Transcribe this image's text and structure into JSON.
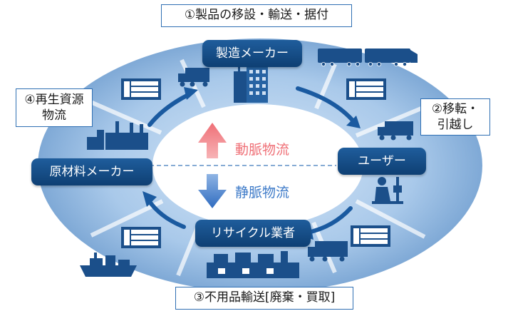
{
  "nodes": {
    "manufacturer": "製造メーカー",
    "user": "ユーザー",
    "recycler": "リサイクル業者",
    "material_maker": "原材料メーカー"
  },
  "callouts": {
    "step1": "①製品の移設・輸送・据付",
    "step2_line1": "②移転・",
    "step2_line2": "引越し",
    "step3": "③不用品輸送[廃棄・買取]",
    "step4_line1": "④再生資源",
    "step4_line2": "物流"
  },
  "flows": {
    "arterial": "動脈物流",
    "venous": "静脈物流"
  },
  "colors": {
    "ring_outer": "#8fb8e0",
    "ring_inner": "#b7d3ee",
    "node": "#164e8a",
    "arrow_dark": "#1a5aa0",
    "arterial": "#f47f84",
    "venous": "#3d7ac8",
    "icon": "#1b4f8a"
  },
  "icons": [
    "truck-icon",
    "train-icon",
    "building-icon",
    "server-icon",
    "factory-icon",
    "ship-icon",
    "worker-icon"
  ]
}
